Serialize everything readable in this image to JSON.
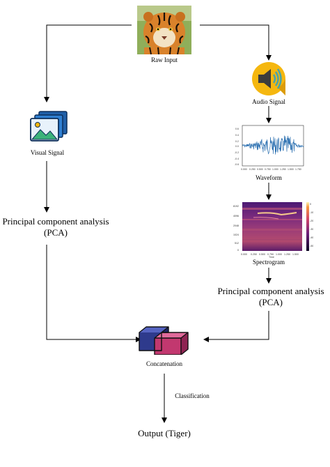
{
  "nodes": {
    "raw_input": "Raw Input",
    "audio_signal": "Audio Signal",
    "visual_signal": "Visual Signal",
    "waveform": "Waveform",
    "spectrogram": "Spectrogram",
    "pca_left_line1": "Principal component analysis",
    "pca_left_line2": "(PCA)",
    "pca_right_line1": "Principal component analysis",
    "pca_right_line2": "(PCA)",
    "concatenation": "Concatenation",
    "classification": "Classification",
    "output": "Output (Tiger)"
  },
  "colors": {
    "cube_blue": "#2e3a8c",
    "cube_pink": "#c2386f",
    "speaker_yellow": "#f5b70f",
    "waveform_blue": "#2a6fb0",
    "image_icon_blue": "#2f7fd1"
  }
}
